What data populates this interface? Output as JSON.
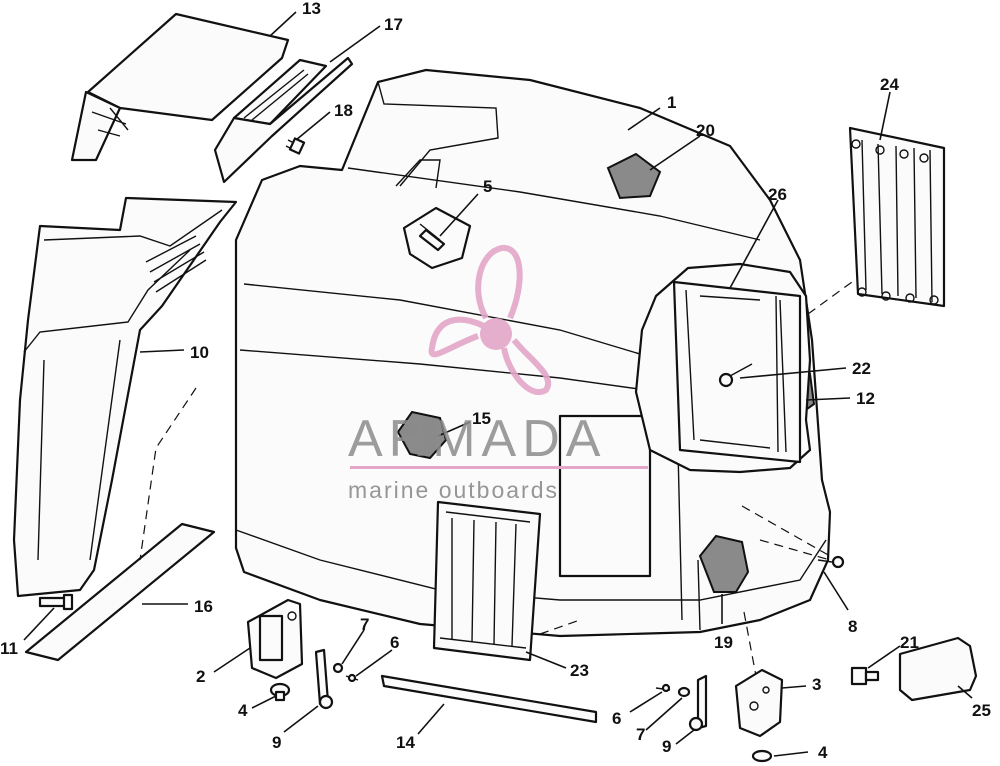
{
  "callouts": {
    "c1": "1",
    "c2": "2",
    "c3": "3",
    "c4a": "4",
    "c4b": "4",
    "c5": "5",
    "c6a": "6",
    "c6b": "6",
    "c7a": "7",
    "c7b": "7",
    "c8": "8",
    "c9a": "9",
    "c9b": "9",
    "c10": "10",
    "c11": "11",
    "c12": "12",
    "c13": "13",
    "c14": "14",
    "c15": "15",
    "c16": "16",
    "c17": "17",
    "c18": "18",
    "c19": "19",
    "c20": "20",
    "c21": "21",
    "c22": "22",
    "c23": "23",
    "c24": "24",
    "c25": "25",
    "c26": "26"
  },
  "watermark": {
    "brand": "ARMADA",
    "tagline": "marine outboards",
    "logo_color": "#e3a6c9"
  }
}
